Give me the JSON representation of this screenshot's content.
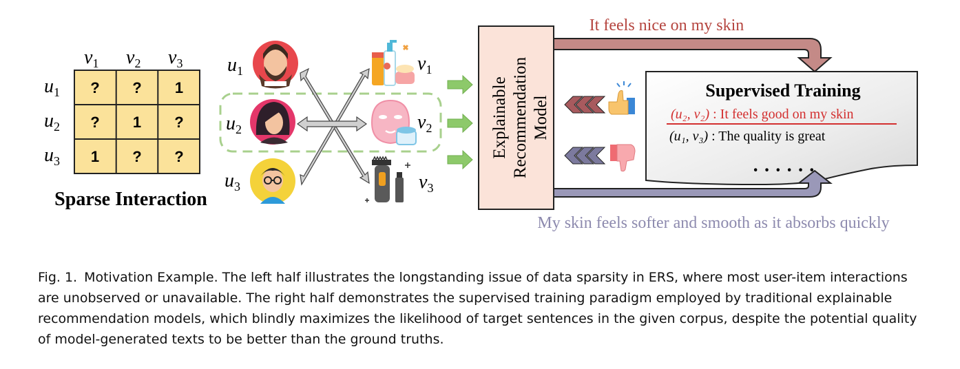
{
  "matrix": {
    "col_headers": [
      {
        "base": "v",
        "sub": "1"
      },
      {
        "base": "v",
        "sub": "2"
      },
      {
        "base": "v",
        "sub": "3"
      }
    ],
    "row_headers": [
      {
        "base": "u",
        "sub": "1"
      },
      {
        "base": "u",
        "sub": "2"
      },
      {
        "base": "u",
        "sub": "3"
      }
    ],
    "cells": [
      [
        "?",
        "?",
        "1"
      ],
      [
        "?",
        "1",
        "?"
      ],
      [
        "1",
        "?",
        "?"
      ]
    ],
    "title": "Sparse Interaction"
  },
  "users": [
    {
      "base": "u",
      "sub": "1",
      "icon": "bearded-man-avatar-icon"
    },
    {
      "base": "u",
      "sub": "2",
      "icon": "woman-avatar-icon"
    },
    {
      "base": "u",
      "sub": "3",
      "icon": "glasses-person-avatar-icon"
    }
  ],
  "items": [
    {
      "base": "v",
      "sub": "1",
      "icon": "cosmetics-bottles-icon"
    },
    {
      "base": "v",
      "sub": "2",
      "icon": "face-mask-icon"
    },
    {
      "base": "v",
      "sub": "3",
      "icon": "trimmer-icon"
    }
  ],
  "model": {
    "line1": "Explainable",
    "line2": "Recommendation",
    "line3": "Model"
  },
  "top_feedback": "It feels nice on my skin",
  "bottom_feedback": "My skin feels softer and smooth as it absorbs quickly",
  "supervised": {
    "title": "Supervised Training",
    "line1_pair": "(u₂, v₂)",
    "line1_text": " : It feels good on my skin",
    "line2_pair": "(u₁, v₃)",
    "line2_text": " : The quality is great",
    "ellipsis": "· · · · · ·"
  },
  "colors": {
    "matrix_fill": "#fbe29a",
    "model_fill": "#fbe3d9",
    "top_arrow": "#c48a87",
    "bottom_arrow": "#9a98b8",
    "top_text": "#b5453f",
    "bottom_text": "#8d8aae",
    "red_line": "#d32f2f",
    "green_arrow": "#8dc96a",
    "dashed_green": "#a8d08d"
  },
  "caption": {
    "label": "Fig. 1.",
    "text": "Motivation Example. The left half illustrates the longstanding issue of data sparsity in ERS, where most user-item interactions are unobserved or unavailable. The right half demonstrates the supervised training paradigm employed by traditional explainable recommendation models, which blindly maximizes the likelihood of target sentences in the given corpus, despite the potential quality of model-generated texts to be better than the ground truths."
  }
}
